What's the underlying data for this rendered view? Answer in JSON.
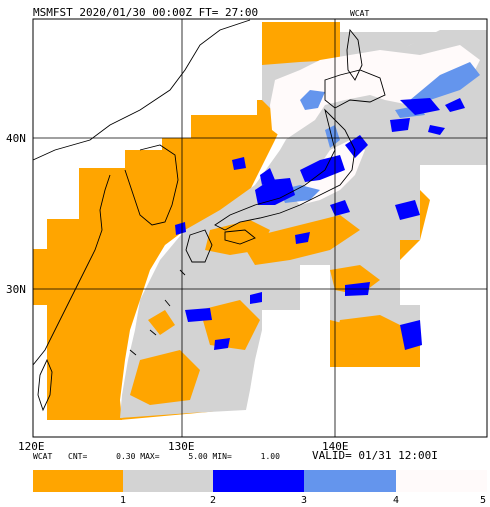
{
  "header": {
    "title": "MSMFST 2020/01/30 00:00Z FT= 27:00",
    "corner_tag": "WCAT"
  },
  "axes": {
    "lat_labels": [
      "40N",
      "30N"
    ],
    "lon_labels": [
      "120E",
      "130E",
      "140E"
    ]
  },
  "footer": {
    "tag": "WCAT",
    "stats_text": "CNT=      0.30 MAX=      5.00 MIN=      1.00",
    "valid_text": "VALID= 01/31 12:00I"
  },
  "legend": {
    "colors": [
      "#ffa500",
      "#d3d3d3",
      "#0000ff",
      "#6495ed",
      "#fffafa"
    ],
    "ticks": [
      "1",
      "2",
      "3",
      "4",
      "5"
    ]
  }
}
